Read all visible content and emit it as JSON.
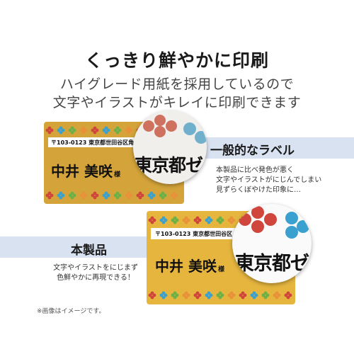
{
  "headline": "くっきり鮮やかに印刷",
  "subtext": {
    "line1": "ハイグレード用紙を採用しているので",
    "line2": "文字やイラストがキレイに印刷できます"
  },
  "general_label": {
    "title": "一般的なラベル",
    "description": [
      "本製品に比べ発色が悪く",
      "文字やイラストがにじんでしまい",
      "見ずらくぼやけた印象に…"
    ],
    "address": "〒103-0123 東京都世田谷区角",
    "name": "中井 美咲",
    "honorific": "様",
    "zoom_text": "東京都ゼ"
  },
  "product_label": {
    "title": "本製品",
    "description": [
      "文字やイラストをにじまず",
      "色鮮やかに再現できる！"
    ],
    "address": "〒103-0123 東京都世田谷区",
    "name": "中井 美咲",
    "honorific": "様",
    "zoom_text": "東京都ゼ"
  },
  "note": "※画像はイメージです。",
  "colors": {
    "band": "#d8e2f0",
    "label_gold": "#d4a43a",
    "flower_red": "#d0453c",
    "flower_blue": "#3aa0d0",
    "flower_green": "#6cb04a",
    "flower_orange": "#e8913a"
  }
}
